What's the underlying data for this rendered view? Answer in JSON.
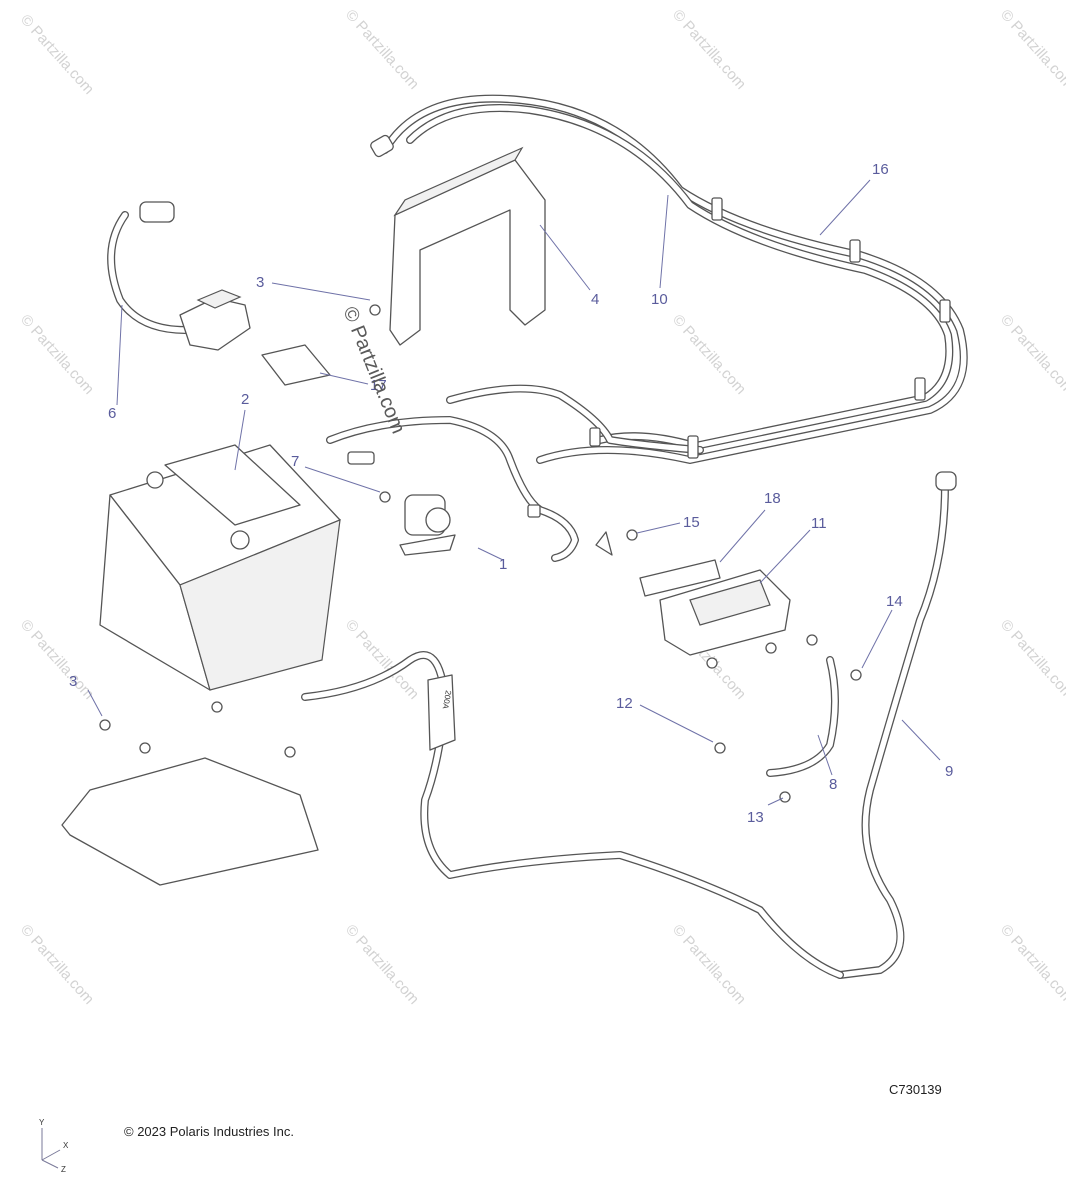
{
  "diagram_code": "C730139",
  "copyright": "© 2023 Polaris Industries Inc.",
  "watermark_text": "© Partzilla.com",
  "axes": {
    "y": "Y",
    "x": "X",
    "z": "Z"
  },
  "callouts": {
    "c1": "1",
    "c2": "2",
    "c3a": "3",
    "c3b": "3",
    "c4": "4",
    "c6": "6",
    "c7": "7",
    "c8": "8",
    "c9": "9",
    "c10": "10",
    "c11": "11",
    "c12": "12",
    "c13": "13",
    "c14": "14",
    "c15": "15",
    "c16": "16",
    "c17": "17",
    "c18": "18"
  },
  "fuse_label": "200A",
  "colors": {
    "callout": "#5a5c9c",
    "linework": "#555555",
    "watermark": "#c4c4c4"
  }
}
